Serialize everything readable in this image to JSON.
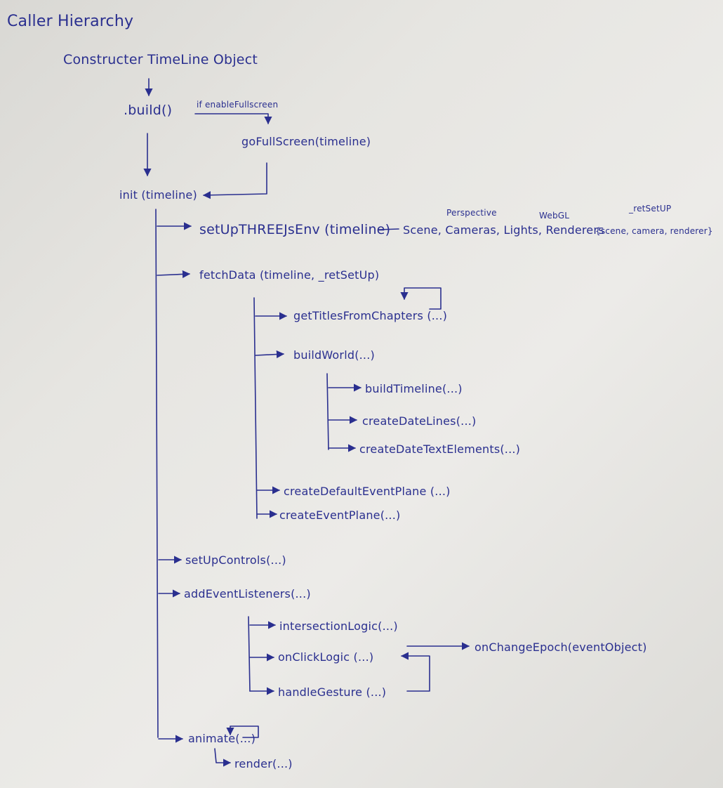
{
  "title": "Caller Hierarchy",
  "root": "Constructer TimeLine Object",
  "nodes": {
    "build": ".build()",
    "if_enable_fullscreen": "if enableFullscreen",
    "go_full_screen": "goFullScreen(timeline)",
    "init": "init (timeline)",
    "setup_three_js_env": "setUpTHREEJsEnv (timeline)",
    "env_components": "Scene, Cameras, Lights, Renderers",
    "perspective_note": "Perspective",
    "webgl_note": "WebGL",
    "return_setup_note": "_retSetUP",
    "env_return": "{scene, camera, renderer}",
    "fetch_data": "fetchData (timeline, _retSetUp)",
    "get_titles": "getTitlesFromChapters (...)",
    "build_world": "buildWorld(...)",
    "build_timeline": "buildTimeline(...)",
    "create_date_lines": "createDateLines(...)",
    "create_date_text": "createDateTextElements(...)",
    "create_default_event_plane": "createDefaultEventPlane (...)",
    "create_event_plane": "createEventPlane(...)",
    "setup_controls": "setUpControls(...)",
    "add_event_listeners": "addEventListeners(...)",
    "intersection_logic": "intersectionLogic(...)",
    "on_click_logic": "onClickLogic (...)",
    "on_change_epoch": "onChangeEpoch(eventObject)",
    "handle_gesture": "handleGesture (...)",
    "animate": "animate(...)",
    "render": "render(...)"
  },
  "colors": {
    "ink": "#2a2f8f",
    "paper": "#e6e5e1"
  }
}
